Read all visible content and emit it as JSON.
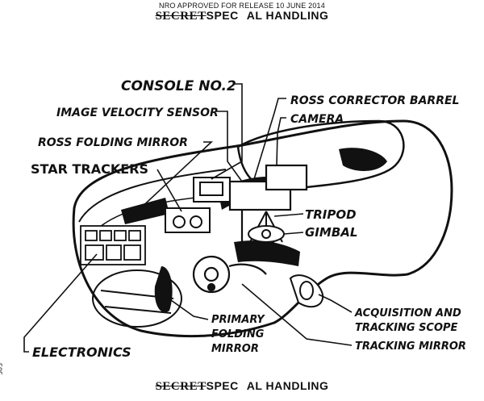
{
  "header": {
    "release_notice": "NRO APPROVED FOR RELEASE 10 JUNE 2014",
    "classification_struck": "SECRET",
    "handling_left": "SPEC",
    "handling_right": "AL HANDLING"
  },
  "footer": {
    "classification_struck": "SECRET",
    "handling_left": "SPEC",
    "handling_right": "AL HANDLING"
  },
  "labels": {
    "console": "CONSOLE NO.2",
    "image_velocity_sensor": "IMAGE VELOCITY SENSOR",
    "ross_folding_mirror": "ROSS FOLDING MIRROR",
    "star_trackers": "STAR TRACKERS",
    "ross_corrector_barrel": "ROSS CORRECTOR BARREL",
    "camera": "CAMERA",
    "tripod": "TRIPOD",
    "gimbal": "GIMBAL",
    "acquisition_line1": "ACQUISITION AND",
    "acquisition_line2": "TRACKING SCOPE",
    "tracking_mirror": "TRACKING MIRROR",
    "primary_line1": "PRIMARY",
    "primary_line2": "FOLDING",
    "primary_line3": "MIRROR",
    "electronics": "ELECTRONICS"
  },
  "page_mark": "505"
}
